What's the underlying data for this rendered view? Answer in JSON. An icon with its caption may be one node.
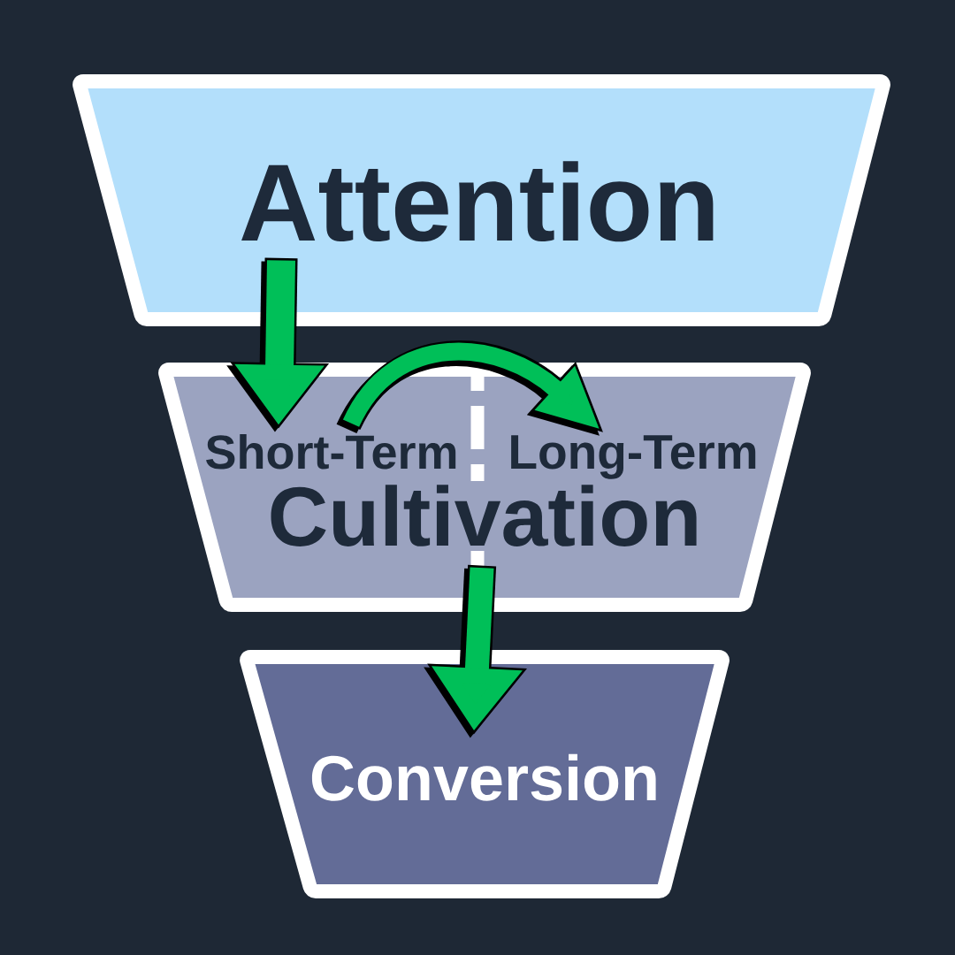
{
  "diagram": {
    "nodes": [
      {
        "text": [
          "Attention"
        ]
      },
      {
        "text": [
          "Cultivation"
        ]
      },
      {
        "text": [
          "Short-Term"
        ],
        "in": 1
      },
      {
        "text": [
          "Long-Term"
        ],
        "in": 1
      },
      {
        "text": [
          "Conversion"
        ]
      }
    ],
    "edges": [
      {
        "from": 0,
        "to": 2,
        "arrow": "to"
      },
      {
        "from": 2,
        "to": 3,
        "arrow": "to"
      },
      {
        "from": 1,
        "to": 4,
        "arrow": "to"
      }
    ]
  }
}
